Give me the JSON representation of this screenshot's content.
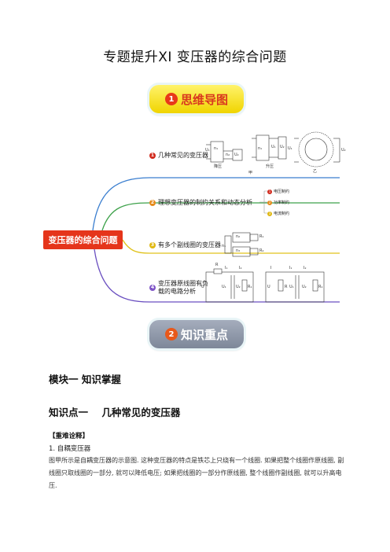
{
  "title": "专题提升XI  变压器的综合问题",
  "section1": {
    "num": "1",
    "label": "思维导图"
  },
  "section2": {
    "num": "2",
    "label": "知识重点"
  },
  "mindmap": {
    "center": "变压器的综合问题",
    "branches": [
      {
        "num": "1",
        "label": "几种常见的变压器",
        "color": "#d12b1e"
      },
      {
        "num": "2",
        "label": "理想变压器的制约关系和动态分析",
        "color": "#e58a1b"
      },
      {
        "num": "3",
        "label": "有多个副线圈的变压器",
        "color": "#e0b812"
      },
      {
        "num": "4",
        "label": "变压器原线圈有负载的电路分析",
        "color": "#7f55c7"
      }
    ],
    "sub_items": [
      {
        "num": "1",
        "label": "电压制约"
      },
      {
        "num": "2",
        "label": "功率制约"
      },
      {
        "num": "3",
        "label": "电流制约"
      }
    ],
    "diagram_labels": {
      "step_down": "降压",
      "step_up": "升压",
      "jia": "甲",
      "yi": "乙",
      "u1": "U₁",
      "u2": "U₂",
      "n1": "n₁",
      "n2": "n₂",
      "n3": "n₃",
      "r1": "R₁",
      "r2": "R₂",
      "r": "R",
      "u": "U",
      "i1": "I₁",
      "i2": "I₂",
      "i": "I"
    }
  },
  "module": "模块一  知识掌握",
  "knowledge_point": "知识点一    几种常见的变压器",
  "tag": "【重难诠释】",
  "item": "1. 自耦变压器",
  "paragraph": "图甲所示是自耦变压器的示意图. 这种变压器的特点是铁芯上只绕有一个线圈. 如果把整个线圈作原线圈, 副线圈只取线圈的一部分, 就可以降低电压; 如果把线圈的一部分作原线圈, 整个线圈作副线圈, 就可以升高电压."
}
